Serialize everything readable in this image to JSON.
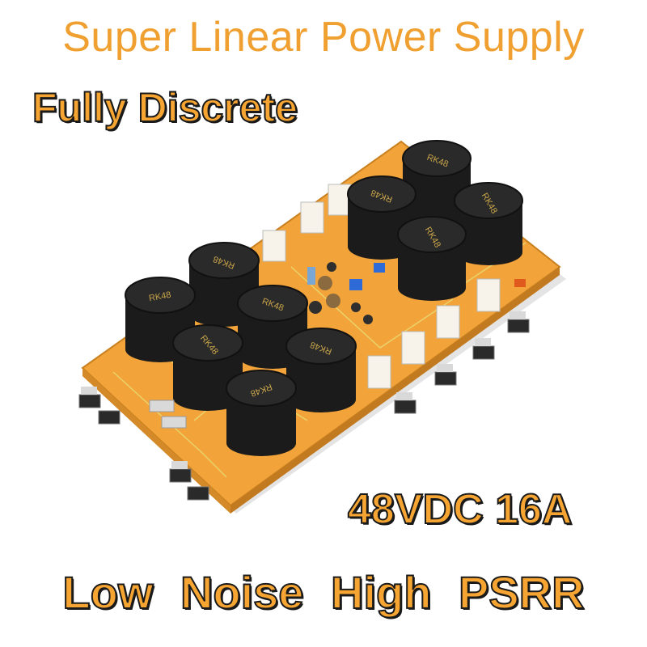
{
  "header": {
    "title": "Super Linear Power Supply",
    "subtitle": "Fully Discrete"
  },
  "specs": {
    "rating": "48VDC 16A"
  },
  "features": {
    "line": "Low Noise  High PSRR"
  },
  "capacitors": {
    "label": "RK48"
  },
  "colors": {
    "title": "#f0a030",
    "callout_fill": "#f7a532",
    "callout_outline": "#1a1a1a",
    "pcb": "#f2a33a",
    "cap": "#1b1b1b",
    "cap_text": "#c9a54a"
  }
}
